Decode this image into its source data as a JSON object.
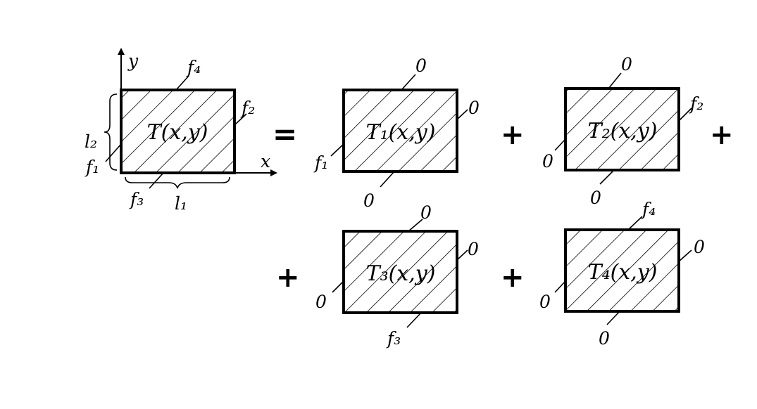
{
  "axes": {
    "x_label": "x",
    "y_label": "y"
  },
  "dimensions": {
    "width_label": "l₁",
    "height_label": "l₂"
  },
  "operators": {
    "equals": "=",
    "plus": "+"
  },
  "main_rect": {
    "function": "T(x,y)",
    "left": "f₁",
    "right": "f₂",
    "bottom": "f₃",
    "top": "f₄"
  },
  "sub_problems": [
    {
      "function": "T₁(x,y)",
      "top": "0",
      "right": "0",
      "bottom": "0",
      "left": "f₁"
    },
    {
      "function": "T₂(x,y)",
      "top": "0",
      "right": "f₂",
      "bottom": "0",
      "left": "0"
    },
    {
      "function": "T₃(x,y)",
      "top": "0",
      "right": "0",
      "bottom": "f₃",
      "left": "0"
    },
    {
      "function": "T₄(x,y)",
      "top": "f₄",
      "right": "0",
      "bottom": "0",
      "left": "0"
    }
  ]
}
